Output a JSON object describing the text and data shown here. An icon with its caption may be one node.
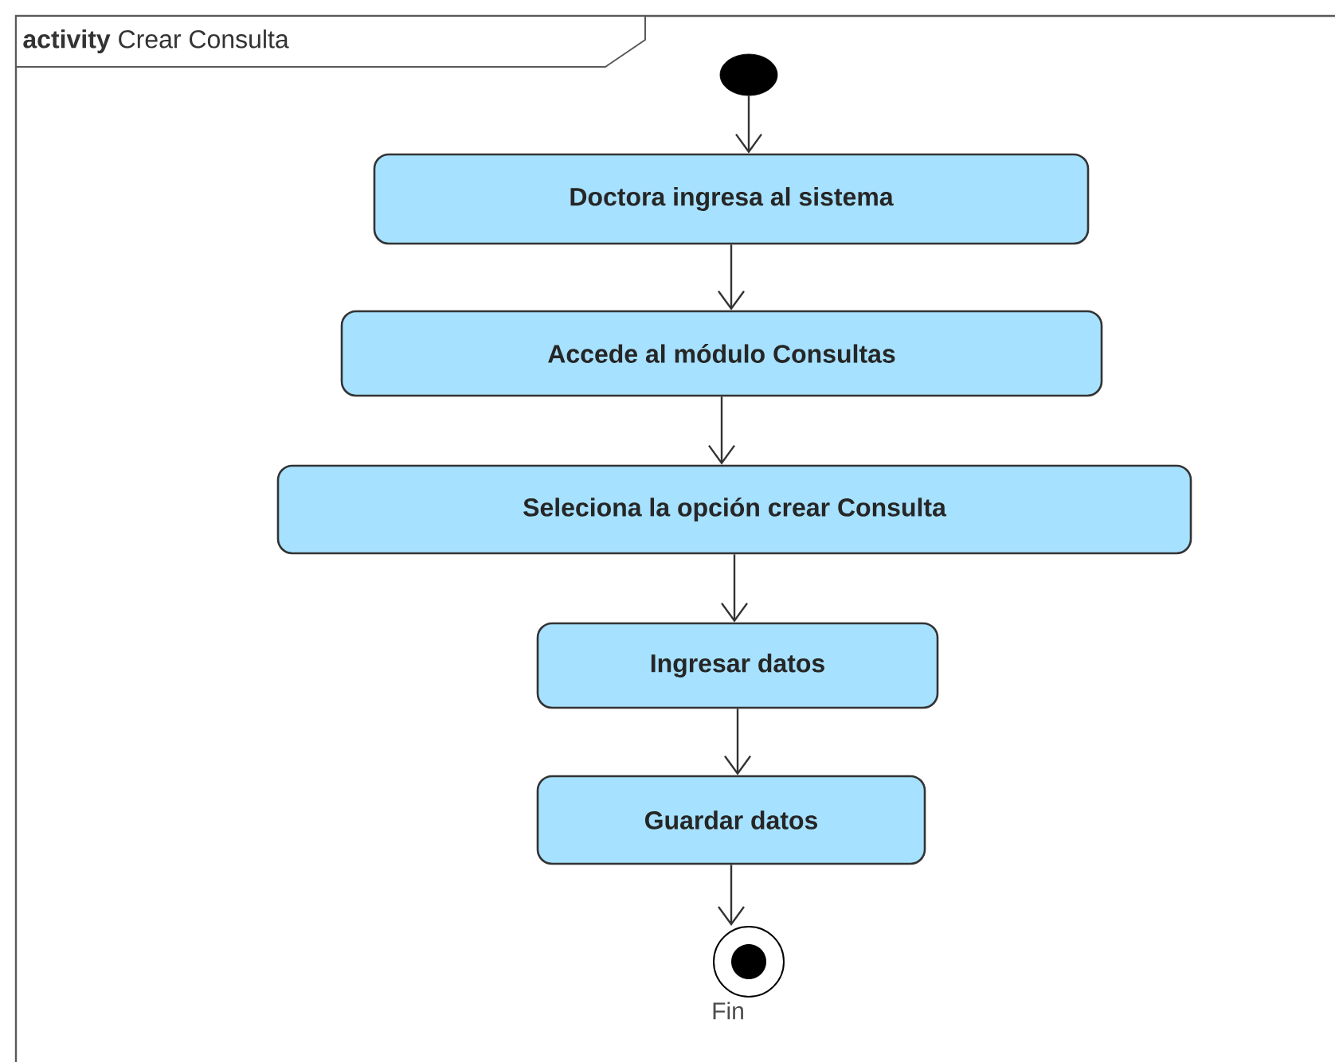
{
  "diagram": {
    "title": "**activity** Crear Consulta",
    "nodes": [
      {
        "text": [],
        "shape": "circle"
      },
      {
        "text": [
          "Doctora ingresa al sistema"
        ]
      },
      {
        "text": [
          "Accede al módulo Consultas"
        ]
      },
      {
        "text": [
          "Seleciona la opción crear Consulta"
        ]
      },
      {
        "text": [
          "Ingresar datos"
        ]
      },
      {
        "text": [
          "Guardar datos"
        ]
      },
      {
        "text": [],
        "shape": "circle",
        "beside": [
          "Fin"
        ]
      }
    ],
    "edges": [
      {
        "from": 0,
        "to": 1,
        "arrow": "to"
      },
      {
        "from": 1,
        "to": 2,
        "arrow": "to"
      },
      {
        "from": 2,
        "to": 3,
        "arrow": "to"
      },
      {
        "from": 3,
        "to": 4,
        "arrow": "to"
      },
      {
        "from": 4,
        "to": 5,
        "arrow": "to"
      },
      {
        "from": 5,
        "to": 6,
        "arrow": "to"
      }
    ]
  }
}
